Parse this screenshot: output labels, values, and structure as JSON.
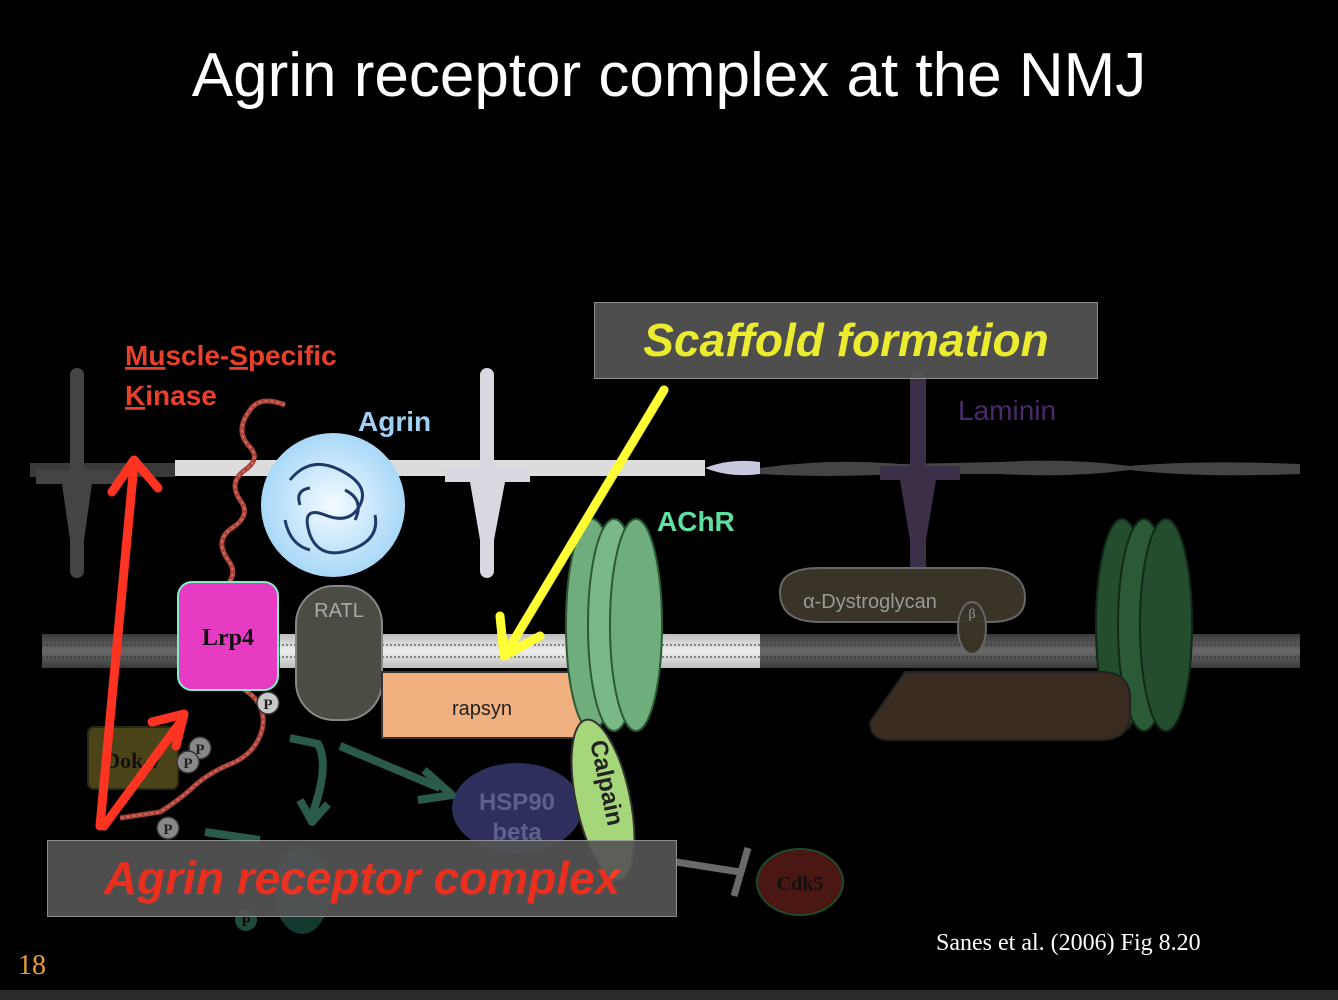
{
  "slide": {
    "title": "Agrin receptor complex at the NMJ",
    "slide_number": "18",
    "citation": "Sanes et al. (2006) Fig 8.20"
  },
  "callouts": {
    "scaffold": "Scaffold formation",
    "receptor_complex": "Agrin receptor complex"
  },
  "labels": {
    "musk_line1_u1": "Mu",
    "musk_line1_rest1": "scle-",
    "musk_line1_u2": "S",
    "musk_line1_rest2": "pecific",
    "musk_line2_u": "K",
    "musk_line2_rest": "inase",
    "agrin": "Agrin",
    "laminin": "Laminin",
    "achr": "AChR",
    "lrp4": "Lrp4",
    "ratl": "RATL",
    "rapsyn": "rapsyn",
    "dystroglycan": "α-Dystroglycan",
    "beta": "β",
    "dok7": "Dok-7",
    "hsp90_line1": "HSP90",
    "hsp90_line2": "beta",
    "calpain": "Calpain",
    "cdk5": "Cdk5",
    "phospho": "P"
  },
  "colors": {
    "callout_yellow": "#ffff33",
    "callout_red": "#ff3322",
    "musk_red": "#e8402a",
    "agrin_blue": "#9fd0f5",
    "achr_green": "#5de0a0",
    "laminin_purple": "#4a2a6a",
    "lrp4_magenta": "#e83bc4",
    "rapsyn_orange": "#f0b080",
    "slide_number_orange": "#e8a035"
  }
}
